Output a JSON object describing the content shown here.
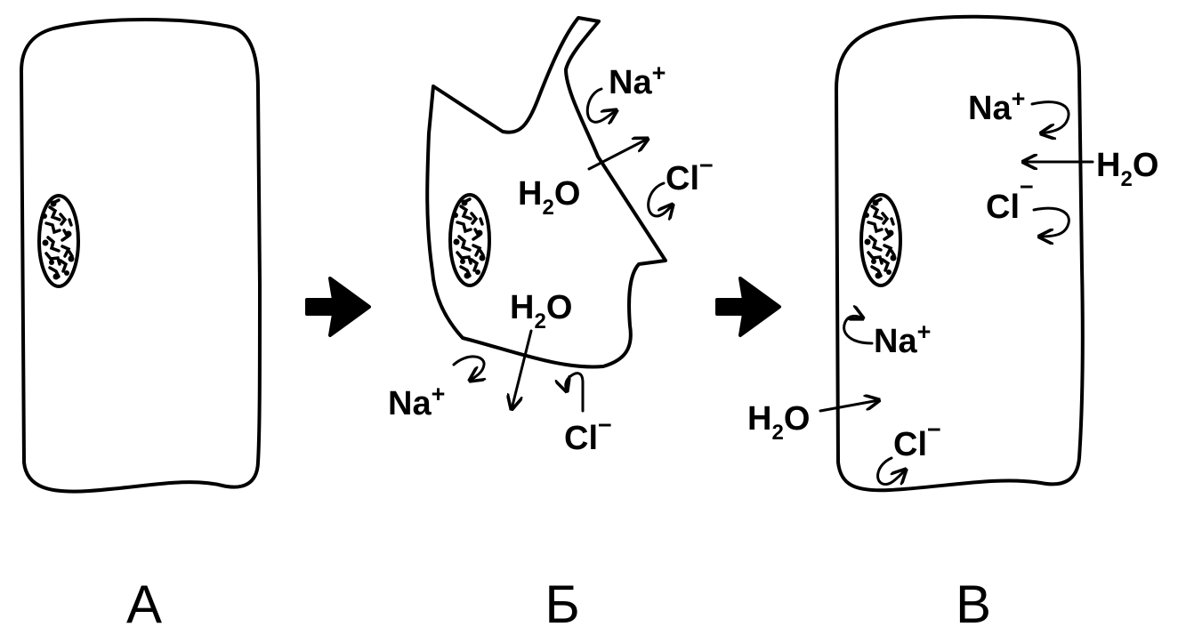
{
  "panels": [
    {
      "label": "А"
    },
    {
      "label": "Б"
    },
    {
      "label": "В"
    }
  ],
  "ions": {
    "sodium": {
      "symbol": "Na",
      "charge": "+"
    },
    "chloride": {
      "symbol": "Cl",
      "charge": "−"
    },
    "water": {
      "symbol_a": "H",
      "subscript": "2",
      "symbol_b": "O"
    }
  },
  "transition_arrow_icon": "right-arrow-icon",
  "colors": {
    "ink": "#000000",
    "background": "#ffffff"
  }
}
